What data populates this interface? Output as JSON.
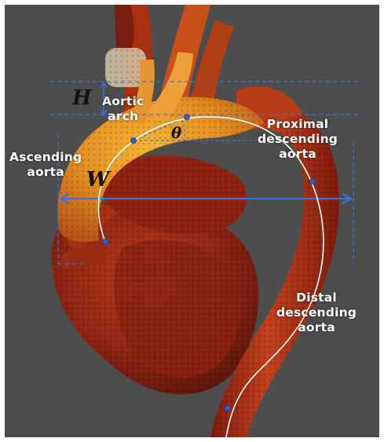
{
  "figure": {
    "labels": {
      "aortic_arch": [
        "Aortic",
        "arch"
      ],
      "ascending_aorta": [
        "Ascending",
        "aorta"
      ],
      "proximal_descending_aorta": [
        "Proximal",
        "descending",
        "aorta"
      ],
      "distal_descending_aorta": [
        "Distal",
        "descending",
        "aorta"
      ]
    },
    "symbols": {
      "height": "H",
      "width": "W",
      "angle": "θ"
    },
    "colors": {
      "background": "#4d4d4d",
      "vessel_light": "#f0a226",
      "vessel_dark": "#a82410",
      "measure_lines": "#3f6fd8",
      "centerline": "#ffffff",
      "label_text": "#ffffff"
    }
  }
}
